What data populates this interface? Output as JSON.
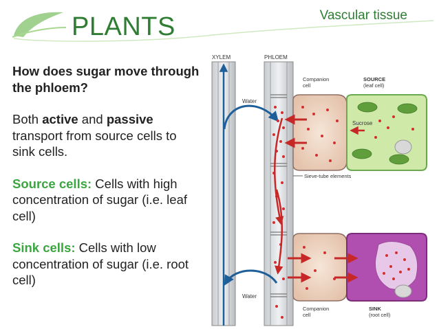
{
  "header": {
    "title": "PLANTS",
    "topic": "Vascular tissue"
  },
  "body_text": {
    "question": "How does sugar move through the phloem?",
    "p2_pre": "Both ",
    "p2_active": "active",
    "p2_mid": " and ",
    "p2_passive": "passive",
    "p2_post": " transport from source cells to sink cells.",
    "source_label": "Source cells:",
    "source_text": " Cells with high concentration of sugar (i.e. leaf cell)",
    "sink_label": "Sink cells:",
    "sink_text": " Cells with low concentration of sugar (i.e. root cell)"
  },
  "diagram": {
    "xylem_label": "XYLEM",
    "phloem_label": "PHLOEM",
    "water_top": "Water",
    "water_bottom": "Water",
    "companion_top_1": "Companion",
    "companion_top_2": "cell",
    "source_1": "SOURCE",
    "source_2": "(leaf cell)",
    "sucrose": "Sucrose",
    "sieve": "Sieve-tube elements",
    "companion_bottom_1": "Companion",
    "companion_bottom_2": "cell",
    "sink_1": "SINK",
    "sink_2": "(root cell)"
  },
  "colors": {
    "accent_green": "#3aa640",
    "title_green": "#2e7d32",
    "arrow_red": "#c62828",
    "water_blue": "#1f5f99",
    "leaf_green": "#c8e6a0",
    "sink_purple": "#b04fb0"
  }
}
